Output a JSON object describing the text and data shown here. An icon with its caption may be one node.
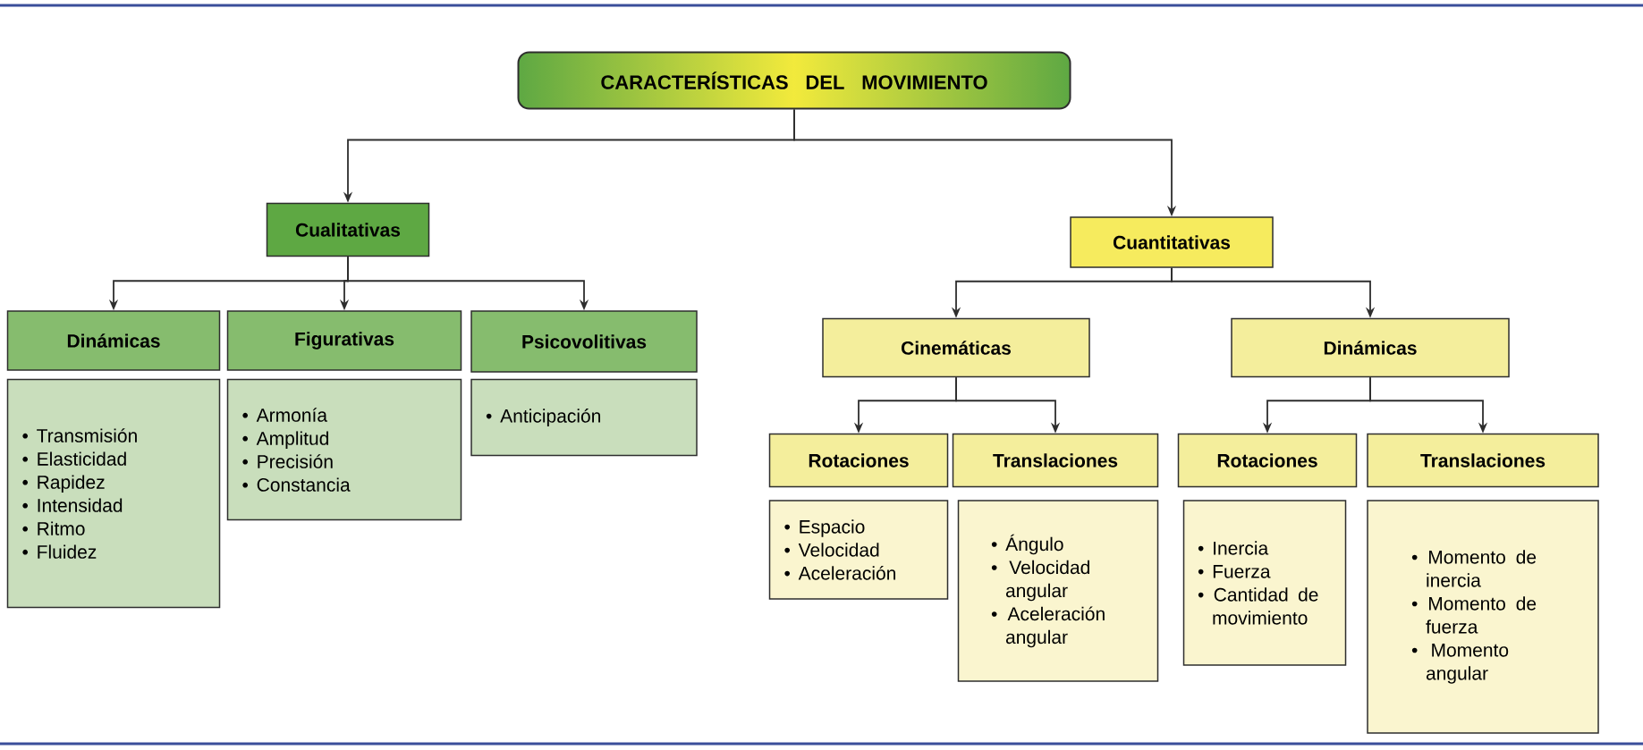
{
  "diagram": {
    "nodes": [
      {
        "text": [
          "CARACTERÍSTICAS DEL MOVIMIENTO"
        ]
      },
      {
        "text": [
          "Cualitativas"
        ]
      },
      {
        "text": [
          "Cuantitativas"
        ]
      },
      {
        "text": [
          "Dinámicas"
        ]
      },
      {
        "text": [
          "• Transmisión",
          "• Elasticidad",
          "• Rapidez",
          "• Intensidad",
          "• Ritmo",
          "• Fluidez"
        ]
      },
      {
        "text": [
          "Figurativas"
        ]
      },
      {
        "text": [
          "• Armonía",
          "• Amplitud",
          "• Precisión",
          "• Constancia"
        ]
      },
      {
        "text": [
          "Psicovolitivas"
        ]
      },
      {
        "text": [
          "• Anticipación"
        ]
      },
      {
        "text": [
          "Cinemáticas"
        ]
      },
      {
        "text": [
          "Dinámicas"
        ]
      },
      {
        "text": [
          "Rotaciones"
        ]
      },
      {
        "text": [
          "• Espacio",
          "• Velocidad",
          "• Aceleración"
        ]
      },
      {
        "text": [
          "Translaciones"
        ]
      },
      {
        "text": [
          "• Ángulo",
          "• Velocidad angular",
          "• Aceleración angular"
        ]
      },
      {
        "text": [
          "Rotaciones"
        ]
      },
      {
        "text": [
          "• Inercia",
          "• Fuerza",
          "• Cantidad de movimiento"
        ]
      },
      {
        "text": [
          "Translaciones"
        ]
      },
      {
        "text": [
          "• Momento de inercia",
          "• Momento de fuerza",
          "• Momento angular"
        ]
      }
    ],
    "edges": [
      {
        "from": 0,
        "to": 1,
        "arrow": "to"
      },
      {
        "from": 0,
        "to": 2,
        "arrow": "to"
      },
      {
        "from": 1,
        "to": 3,
        "arrow": "to"
      },
      {
        "from": 1,
        "to": 5,
        "arrow": "to"
      },
      {
        "from": 1,
        "to": 7,
        "arrow": "to"
      },
      {
        "from": 2,
        "to": 9,
        "arrow": "to"
      },
      {
        "from": 2,
        "to": 10,
        "arrow": "to"
      },
      {
        "from": 9,
        "to": 11,
        "arrow": "to"
      },
      {
        "from": 9,
        "to": 13,
        "arrow": "to"
      },
      {
        "from": 10,
        "to": 15,
        "arrow": "to"
      },
      {
        "from": 10,
        "to": 17,
        "arrow": "to"
      }
    ]
  }
}
